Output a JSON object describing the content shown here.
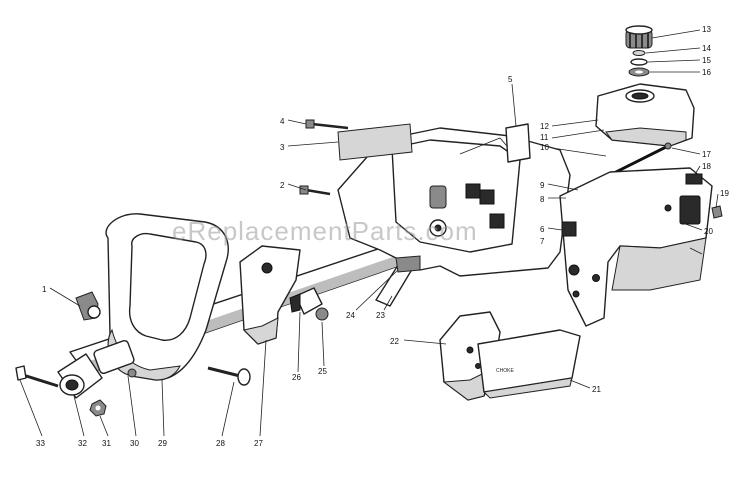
{
  "watermark": "eReplacementParts.com",
  "panel_text": "CHOKE",
  "callouts": [
    "1",
    "2",
    "3",
    "4",
    "5",
    "6",
    "7",
    "8",
    "9",
    "10",
    "11",
    "12",
    "13",
    "14",
    "15",
    "16",
    "17",
    "18",
    "19",
    "20",
    "21",
    "22",
    "23",
    "24",
    "25",
    "26",
    "27",
    "28",
    "29",
    "30",
    "31",
    "32",
    "33"
  ]
}
